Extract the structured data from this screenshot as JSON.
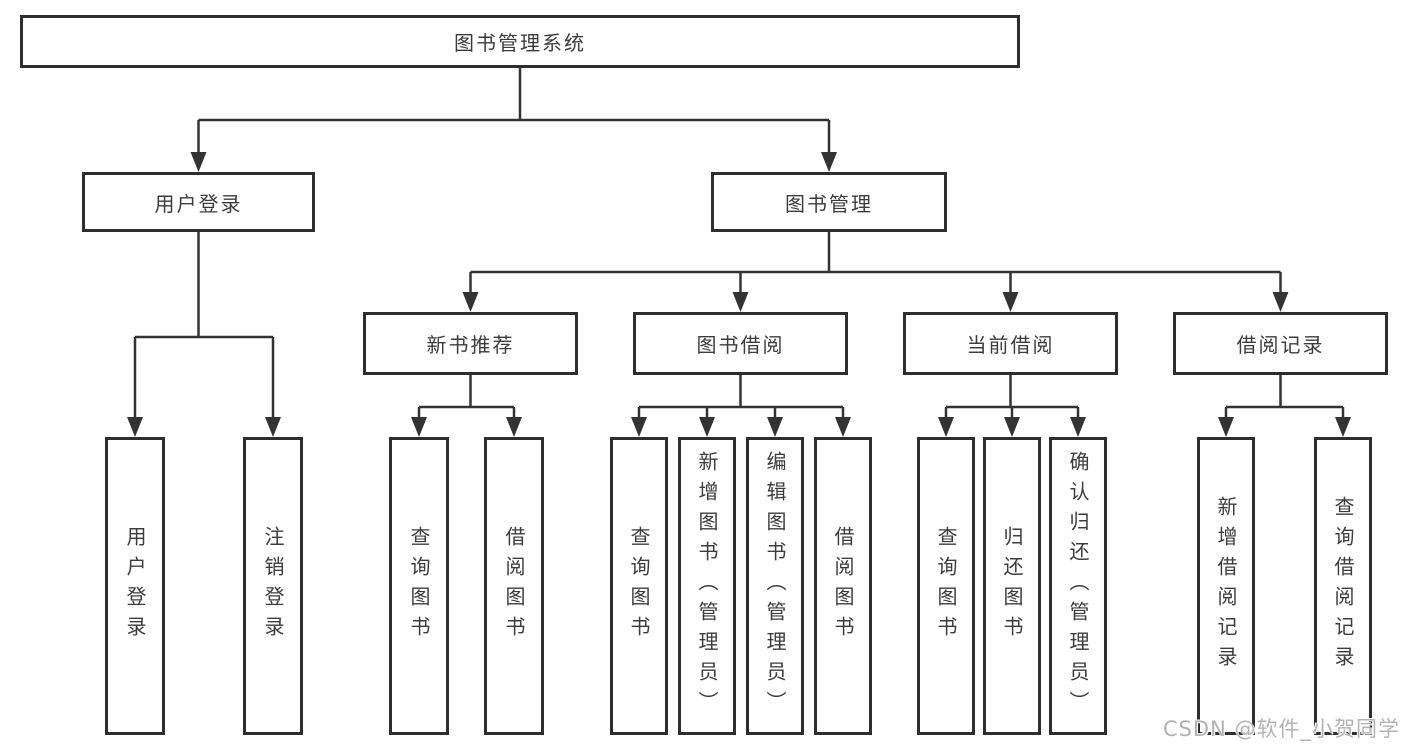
{
  "tree": {
    "root": {
      "label": "图书管理系统"
    },
    "branches": [
      {
        "label": "用户登录",
        "children": [
          {
            "label": "用户登录"
          },
          {
            "label": "注销登录"
          }
        ]
      },
      {
        "label": "图书管理",
        "children": [
          {
            "label": "新书推荐",
            "children": [
              {
                "label": "查询图书"
              },
              {
                "label": "借阅图书"
              }
            ]
          },
          {
            "label": "图书借阅",
            "children": [
              {
                "label": "查询图书"
              },
              {
                "label": "新增图书（管理员）"
              },
              {
                "label": "编辑图书（管理员）"
              },
              {
                "label": "借阅图书"
              }
            ]
          },
          {
            "label": "当前借阅",
            "children": [
              {
                "label": "查询图书"
              },
              {
                "label": "归还图书"
              },
              {
                "label": "确认归还（管理员）"
              }
            ]
          },
          {
            "label": "借阅记录",
            "children": [
              {
                "label": "新增借阅记录"
              },
              {
                "label": "查询借阅记录"
              }
            ]
          }
        ]
      }
    ]
  },
  "watermark": {
    "text": "CSDN @软件_小贺同学"
  },
  "colors": {
    "line": "#333333",
    "box_border": "#2e2e2e",
    "text": "#3c3c3c",
    "background": "#ffffff",
    "watermark": "#b3b3b3"
  }
}
